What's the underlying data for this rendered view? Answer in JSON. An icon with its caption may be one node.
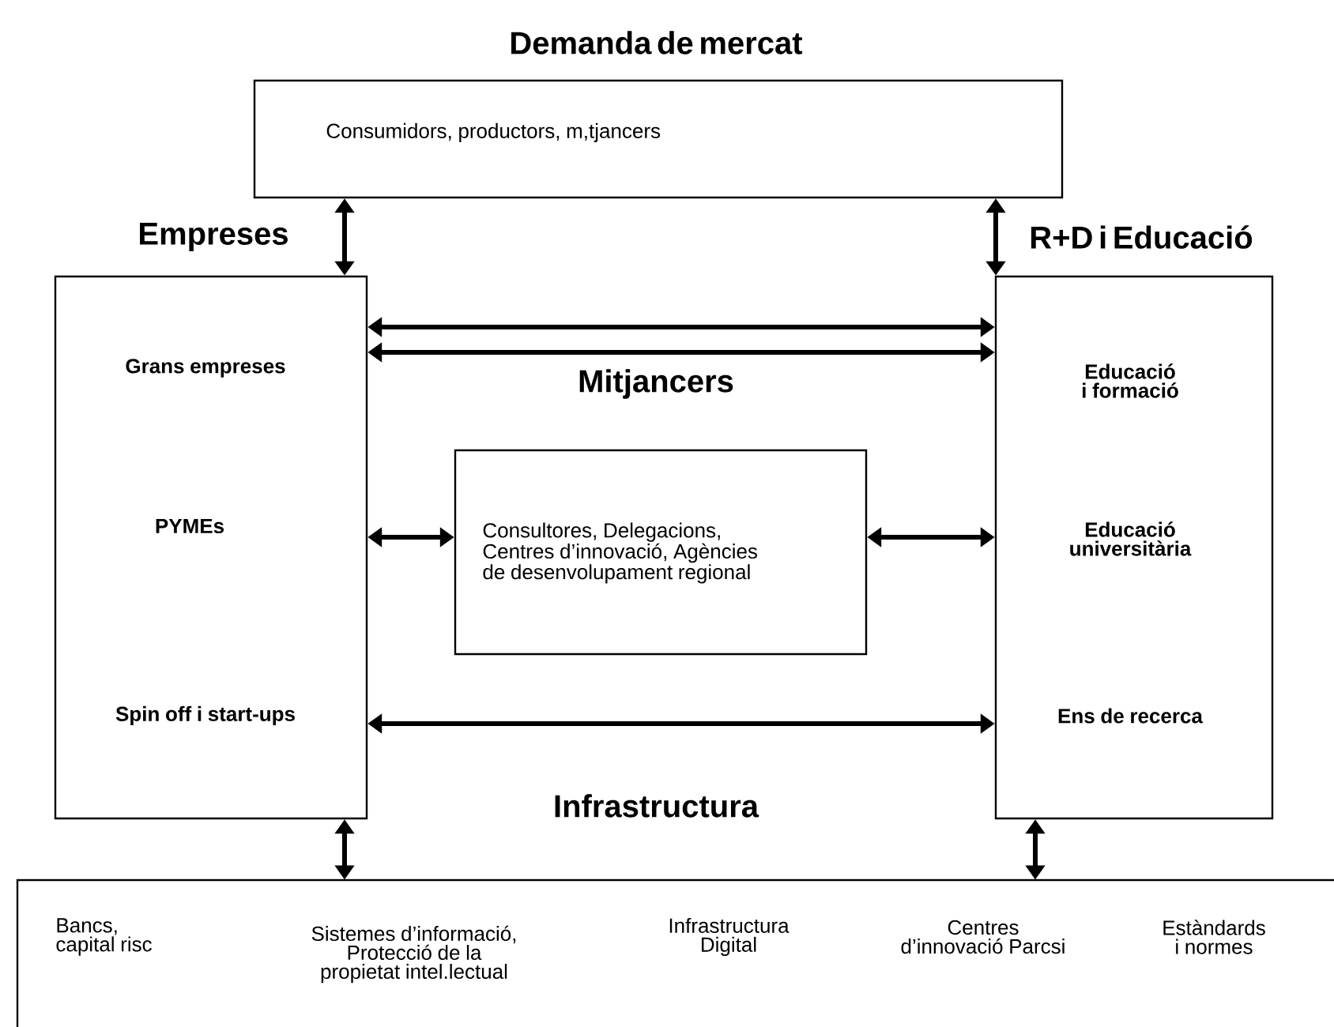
{
  "diagram": {
    "nodes": [
      {
        "text": [
          "Demanda de mercat",
          "Consumidors, productors, m,tjancers"
        ]
      },
      {
        "text": [
          "Empreses",
          "Grans empreses",
          "PYMEs",
          "Spin off i start-ups"
        ]
      },
      {
        "text": [
          "R+D i Educació",
          "Educació i formació",
          "Educació universitària",
          "Ens de recerca"
        ]
      },
      {
        "text": [
          "Consultores, Delegacions, Centres d’innovació, Agències de desenvolupament regional"
        ]
      },
      {
        "text": [
          "Bancs, capital risc",
          "Sistemes d’informació, Protecció de la propietat intel.lectual",
          "Infrastructura Digital",
          "Centres d’innovació Parcsi",
          "Estàndards i normes"
        ]
      }
    ],
    "edges": [
      {
        "from": 1,
        "to": 0,
        "arrow": "both"
      },
      {
        "from": 2,
        "to": 0,
        "arrow": "both"
      },
      {
        "from": 1,
        "to": 2,
        "arrow": "both"
      },
      {
        "from": 1,
        "to": 2,
        "arrow": "both"
      },
      {
        "from": 1,
        "to": 3,
        "arrow": "both"
      },
      {
        "from": 3,
        "to": 2,
        "arrow": "both"
      },
      {
        "from": 1,
        "to": 2,
        "arrow": "both"
      },
      {
        "from": 1,
        "to": 4,
        "arrow": "both"
      },
      {
        "from": 2,
        "to": 4,
        "arrow": "both"
      }
    ],
    "labels": [
      "Mitjancers",
      "Infrastructura"
    ]
  }
}
